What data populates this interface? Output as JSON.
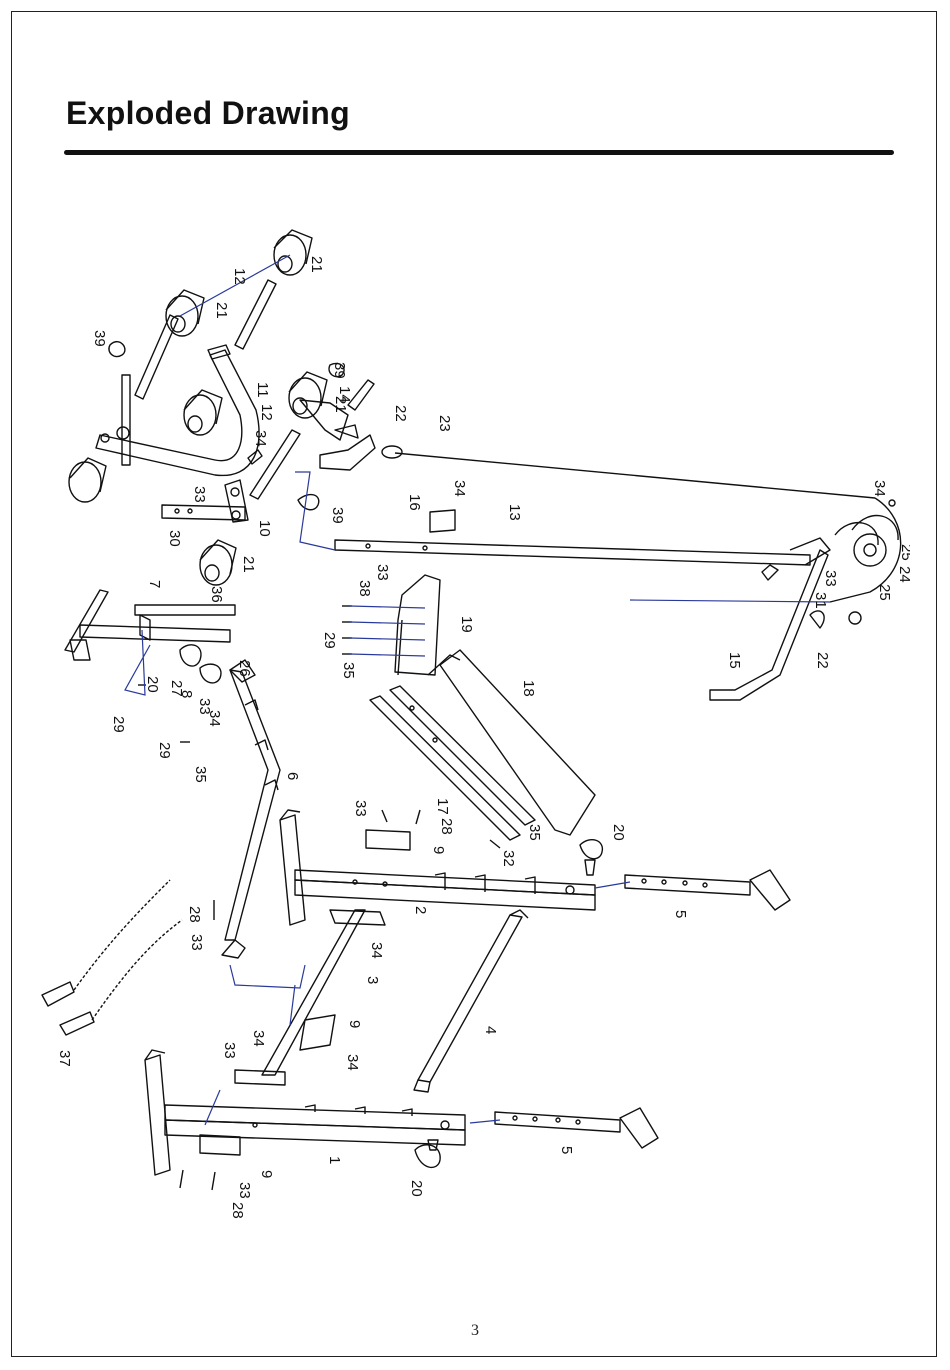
{
  "page": {
    "title": "Exploded Drawing",
    "page_number": "3"
  },
  "colors": {
    "line": "#111111",
    "leader": "#2a3a9a",
    "rule": "#111111"
  },
  "callouts": [
    {
      "id": "c-21a",
      "label": "21"
    },
    {
      "id": "c-12a",
      "label": "12"
    },
    {
      "id": "c-21b",
      "label": "21"
    },
    {
      "id": "c-39a",
      "label": "39"
    },
    {
      "id": "c-11",
      "label": "11"
    },
    {
      "id": "c-12b",
      "label": "12"
    },
    {
      "id": "c-21c",
      "label": "21"
    },
    {
      "id": "c-34a",
      "label": "34"
    },
    {
      "id": "c-33a",
      "label": "33"
    },
    {
      "id": "c-30",
      "label": "30"
    },
    {
      "id": "c-10",
      "label": "10"
    },
    {
      "id": "c-21d",
      "label": "21"
    },
    {
      "id": "c-39b",
      "label": "39"
    },
    {
      "id": "c-14",
      "label": "14"
    },
    {
      "id": "c-22a",
      "label": "22"
    },
    {
      "id": "c-23",
      "label": "23"
    },
    {
      "id": "c-39c",
      "label": "39"
    },
    {
      "id": "c-16",
      "label": "16"
    },
    {
      "id": "c-34b",
      "label": "34"
    },
    {
      "id": "c-13",
      "label": "13"
    },
    {
      "id": "c-34c",
      "label": "34"
    },
    {
      "id": "c-25a",
      "label": "25"
    },
    {
      "id": "c-24",
      "label": "24"
    },
    {
      "id": "c-33b",
      "label": "33"
    },
    {
      "id": "c-31",
      "label": "31"
    },
    {
      "id": "c-25b",
      "label": "25"
    },
    {
      "id": "c-22b",
      "label": "22"
    },
    {
      "id": "c-15",
      "label": "15"
    },
    {
      "id": "c-7",
      "label": "7"
    },
    {
      "id": "c-36",
      "label": "36"
    },
    {
      "id": "c-33c",
      "label": "33"
    },
    {
      "id": "c-38",
      "label": "38"
    },
    {
      "id": "c-19",
      "label": "19"
    },
    {
      "id": "c-29a",
      "label": "29"
    },
    {
      "id": "c-35a",
      "label": "35"
    },
    {
      "id": "c-20a",
      "label": "20"
    },
    {
      "id": "c-27",
      "label": "27"
    },
    {
      "id": "c-26",
      "label": "26"
    },
    {
      "id": "c-8",
      "label": "8"
    },
    {
      "id": "c-33d",
      "label": "33"
    },
    {
      "id": "c-34d",
      "label": "34"
    },
    {
      "id": "c-29b",
      "label": "29"
    },
    {
      "id": "c-29c",
      "label": "29"
    },
    {
      "id": "c-35b",
      "label": "35"
    },
    {
      "id": "c-6",
      "label": "6"
    },
    {
      "id": "c-18",
      "label": "18"
    },
    {
      "id": "c-17",
      "label": "17"
    },
    {
      "id": "c-35c",
      "label": "35"
    },
    {
      "id": "c-32",
      "label": "32"
    },
    {
      "id": "c-20b",
      "label": "20"
    },
    {
      "id": "c-33e",
      "label": "33"
    },
    {
      "id": "c-28a",
      "label": "28"
    },
    {
      "id": "c-9a",
      "label": "9"
    },
    {
      "id": "c-2",
      "label": "2"
    },
    {
      "id": "c-5a",
      "label": "5"
    },
    {
      "id": "c-28b",
      "label": "28"
    },
    {
      "id": "c-33f",
      "label": "33"
    },
    {
      "id": "c-34e",
      "label": "34"
    },
    {
      "id": "c-3",
      "label": "3"
    },
    {
      "id": "c-37",
      "label": "37"
    },
    {
      "id": "c-4",
      "label": "4"
    },
    {
      "id": "c-9b",
      "label": "9"
    },
    {
      "id": "c-34f",
      "label": "34"
    },
    {
      "id": "c-34g",
      "label": "34"
    },
    {
      "id": "c-33g",
      "label": "33"
    },
    {
      "id": "c-1",
      "label": "1"
    },
    {
      "id": "c-5b",
      "label": "5"
    },
    {
      "id": "c-9c",
      "label": "9"
    },
    {
      "id": "c-33h",
      "label": "33"
    },
    {
      "id": "c-28c",
      "label": "28"
    },
    {
      "id": "c-20c",
      "label": "20"
    }
  ]
}
